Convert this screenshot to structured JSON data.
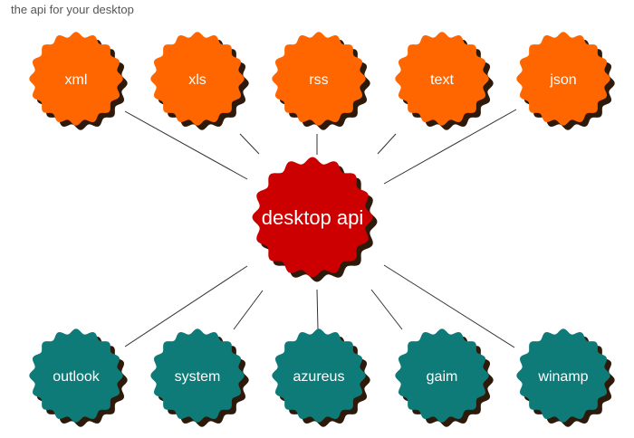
{
  "title": "the api for your desktop",
  "colors": {
    "top": "#ff6600",
    "center": "#cc0000",
    "bottom": "#0f7b78",
    "shadow": "#2e1a0a",
    "line": "#333333",
    "label": "#ffffff",
    "title": "#555555"
  },
  "center": {
    "label": "desktop api"
  },
  "top_nodes": [
    {
      "label": "xml"
    },
    {
      "label": "xls"
    },
    {
      "label": "rss"
    },
    {
      "label": "text"
    },
    {
      "label": "json"
    }
  ],
  "bottom_nodes": [
    {
      "label": "outlook"
    },
    {
      "label": "system"
    },
    {
      "label": "azureus"
    },
    {
      "label": "gaim"
    },
    {
      "label": "winamp"
    }
  ]
}
